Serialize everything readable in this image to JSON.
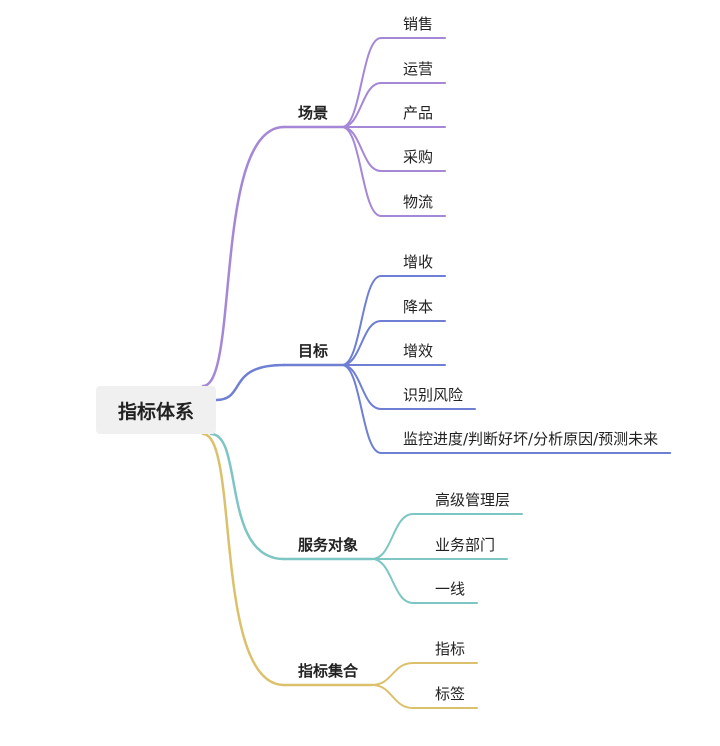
{
  "root": {
    "label": "指标体系"
  },
  "branches": [
    {
      "label": "场景",
      "color": "#a487d6",
      "children": [
        "销售",
        "运营",
        "产品",
        "采购",
        "物流"
      ]
    },
    {
      "label": "目标",
      "color": "#6e7fd4",
      "children": [
        "增收",
        "降本",
        "增效",
        "识别风险",
        "监控进度/判断好坏/分析原因/预测未来"
      ]
    },
    {
      "label": "服务对象",
      "color": "#7ec6c3",
      "children": [
        "高级管理层",
        "业务部门",
        "一线"
      ]
    },
    {
      "label": "指标集合",
      "color": "#dcc16c",
      "children": [
        "指标",
        "标签"
      ]
    }
  ]
}
